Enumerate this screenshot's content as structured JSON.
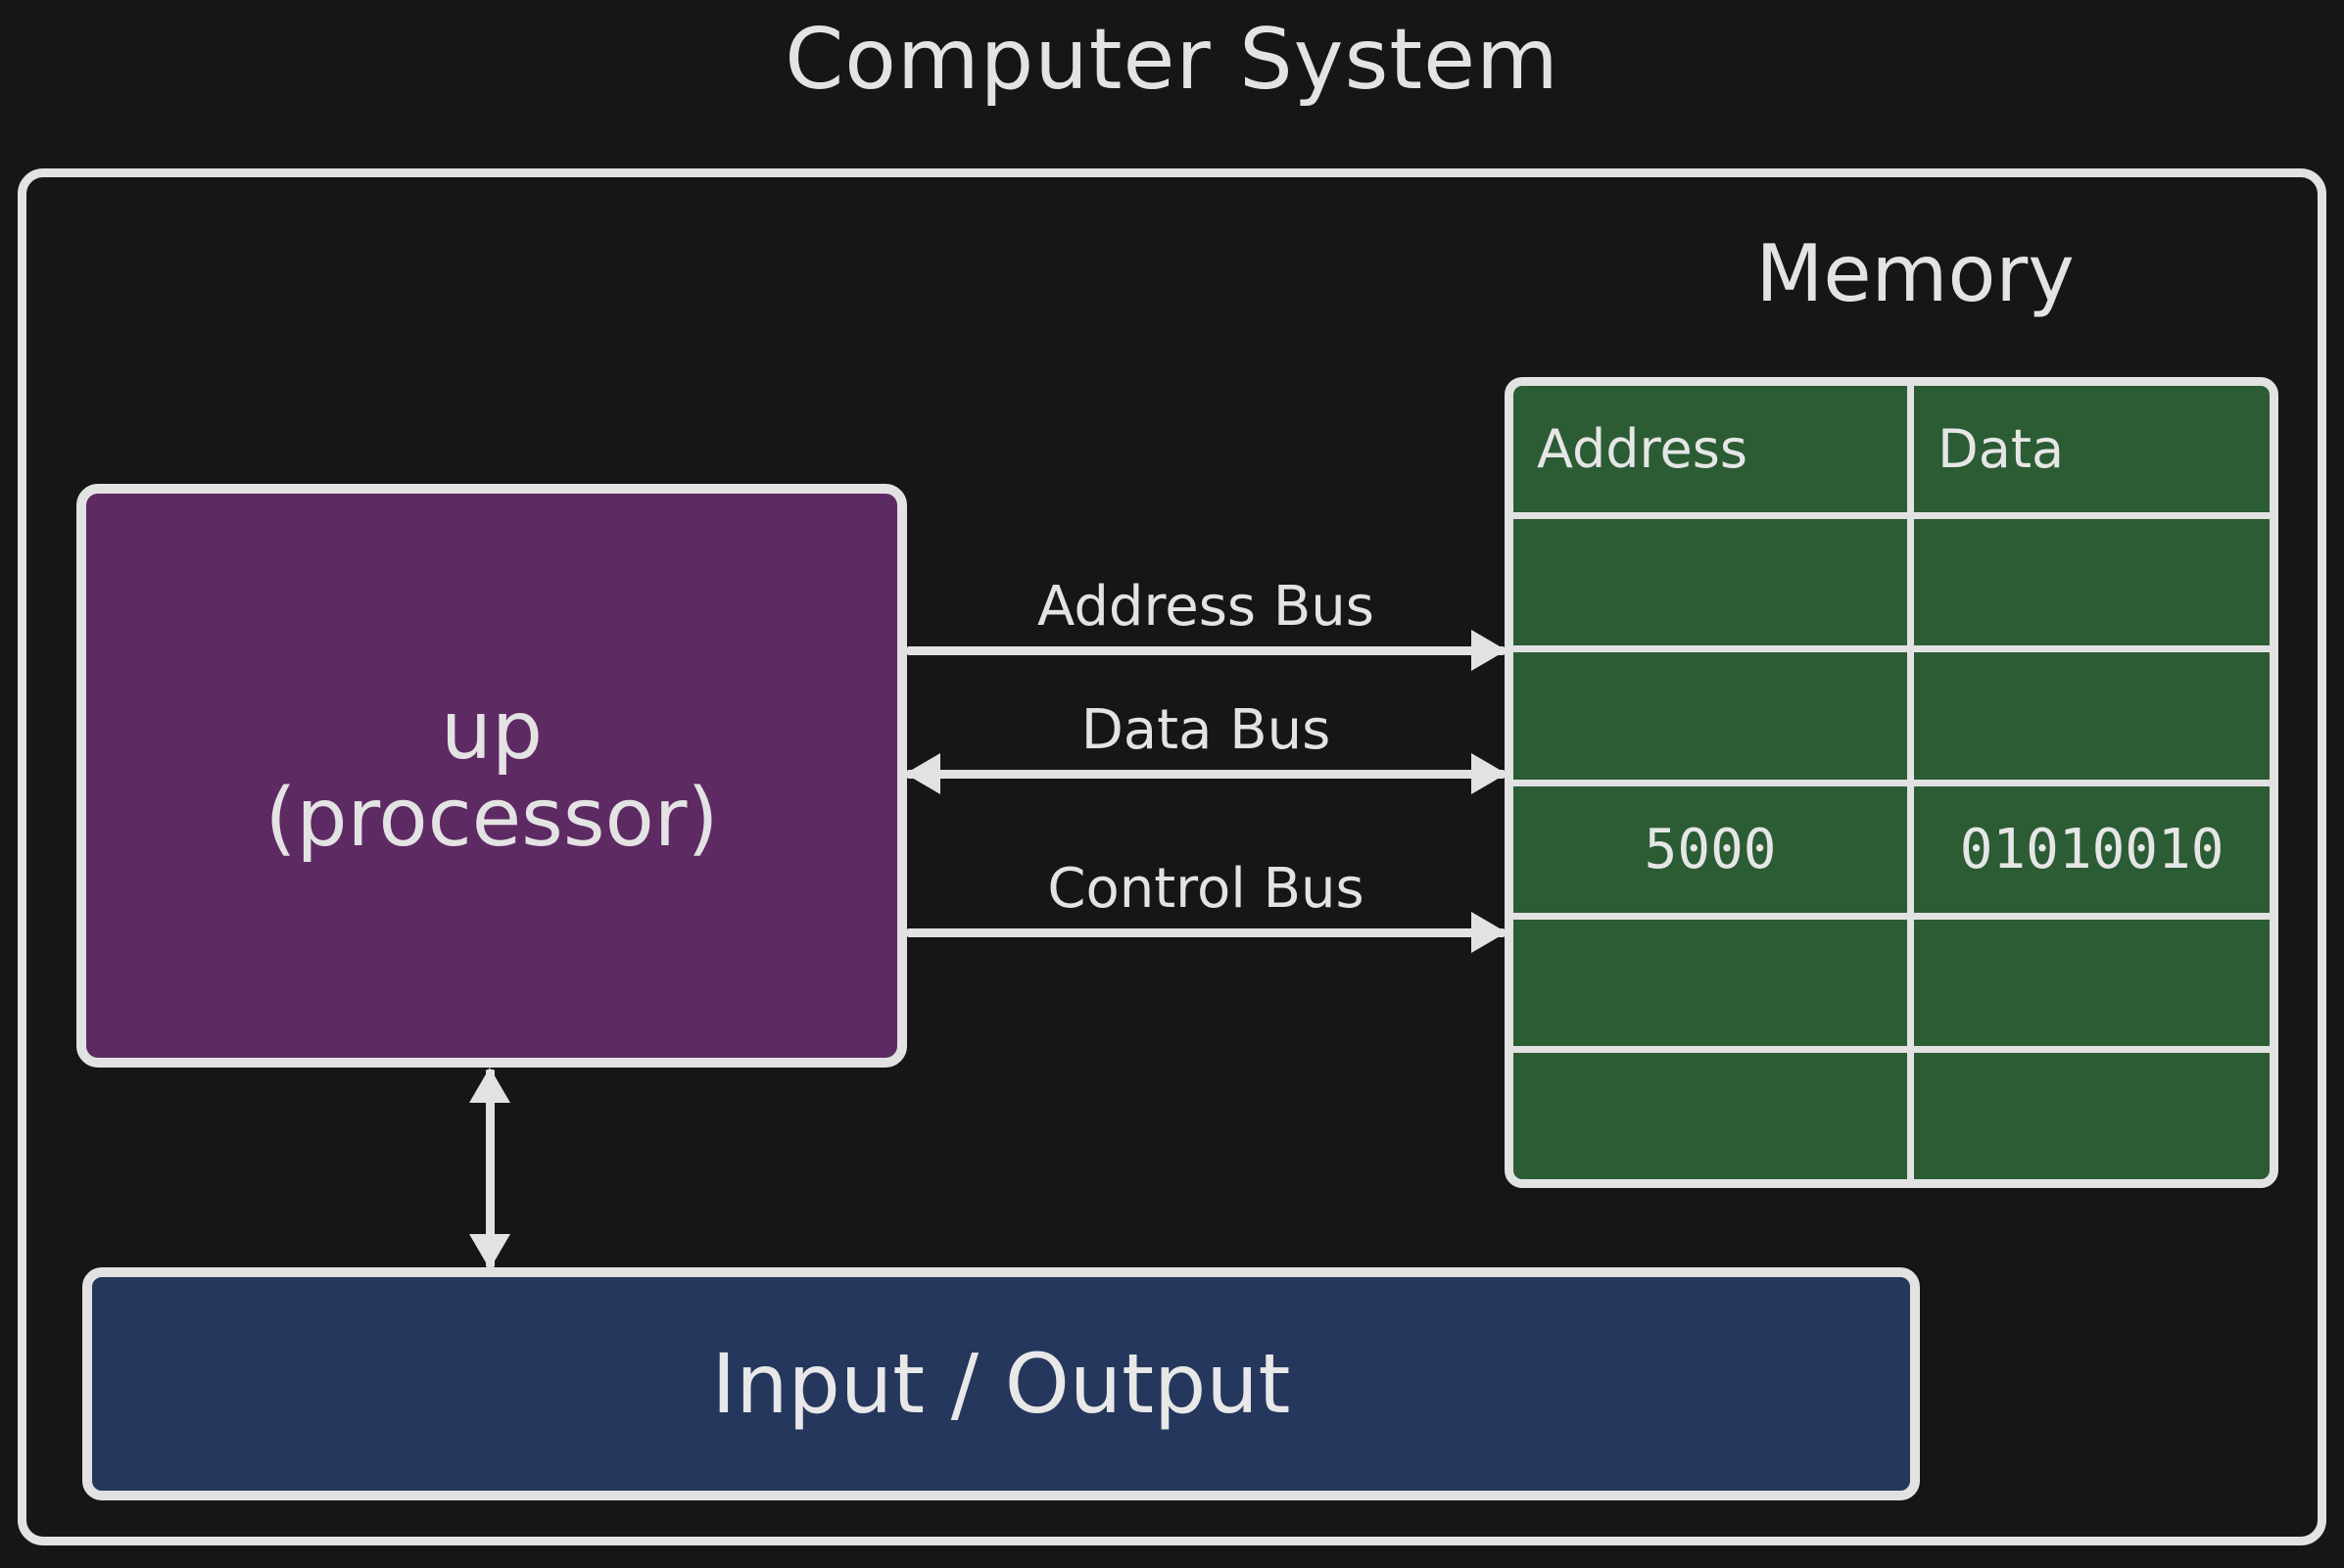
{
  "diagram": {
    "title": "Computer System",
    "background_color": "#161616",
    "stroke_color": "#e2e2e2"
  },
  "processor": {
    "line1": "up",
    "line2": "(processor)",
    "fill_color": "#5E2A63"
  },
  "io": {
    "label": "Input / Output",
    "fill_color": "#25375C"
  },
  "memory": {
    "label": "Memory",
    "fill_color": "#2C5C34",
    "columns": [
      "Address",
      "Data"
    ],
    "rows": [
      {
        "address": "",
        "data": ""
      },
      {
        "address": "",
        "data": ""
      },
      {
        "address": "5000",
        "data": "01010010"
      },
      {
        "address": "",
        "data": ""
      },
      {
        "address": "",
        "data": ""
      }
    ]
  },
  "buses": [
    {
      "label": "Address Bus",
      "direction": "right"
    },
    {
      "label": "Data Bus",
      "direction": "both"
    },
    {
      "label": "Control Bus",
      "direction": "right"
    }
  ],
  "io_link": {
    "direction": "both"
  }
}
